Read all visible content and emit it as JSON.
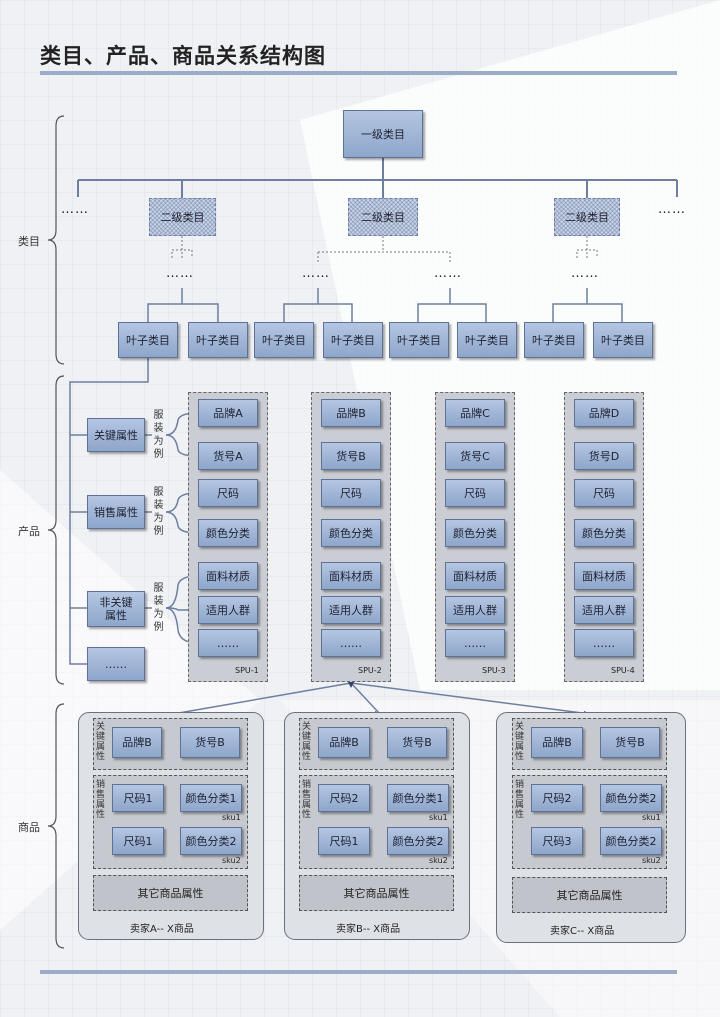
{
  "title": "类目、产品、商品关系结构图",
  "sections": {
    "category": "类目",
    "product": "产品",
    "goods": "商品"
  },
  "category": {
    "level1": "一级类目",
    "level2": [
      "二级类目",
      "二级类目",
      "二级类目"
    ],
    "leaf": [
      "叶子类目",
      "叶子类目",
      "叶子类目",
      "叶子类目",
      "叶子类目",
      "叶子类目",
      "叶子类目",
      "叶子类目"
    ],
    "ellipsis": "……"
  },
  "product": {
    "attrs": {
      "key": "关键属性",
      "sales": "销售属性",
      "nonkey": "非关键属性",
      "more": "……"
    },
    "example": "服装为例",
    "spus": [
      {
        "label": "SPU-1",
        "items": [
          "品牌A",
          "货号A",
          "尺码",
          "颜色分类",
          "面料材质",
          "适用人群",
          "……"
        ]
      },
      {
        "label": "SPU-2",
        "items": [
          "品牌B",
          "货号B",
          "尺码",
          "颜色分类",
          "面料材质",
          "适用人群",
          "……"
        ]
      },
      {
        "label": "SPU-3",
        "items": [
          "品牌C",
          "货号C",
          "尺码",
          "颜色分类",
          "面料材质",
          "适用人群",
          "……"
        ]
      },
      {
        "label": "SPU-4",
        "items": [
          "品牌D",
          "货号D",
          "尺码",
          "颜色分类",
          "面料材质",
          "适用人群",
          "……"
        ]
      }
    ]
  },
  "goods": {
    "key_label": "关键属性",
    "sales_label": "销售属性",
    "sellers": [
      {
        "name": "卖家A-- X商品",
        "brand": "品牌B",
        "code": "货号B",
        "skus": [
          {
            "size": "尺码1",
            "color": "颜色分类1",
            "label": "sku1"
          },
          {
            "size": "尺码1",
            "color": "颜色分类2",
            "label": "sku2"
          }
        ],
        "other": "其它商品属性"
      },
      {
        "name": "卖家B-- X商品",
        "brand": "品牌B",
        "code": "货号B",
        "skus": [
          {
            "size": "尺码2",
            "color": "颜色分类1",
            "label": "sku1"
          },
          {
            "size": "尺码1",
            "color": "颜色分类2",
            "label": "sku2"
          }
        ],
        "other": "其它商品属性"
      },
      {
        "name": "卖家C-- X商品",
        "brand": "品牌B",
        "code": "货号B",
        "skus": [
          {
            "size": "尺码2",
            "color": "颜色分类2",
            "label": "sku1"
          },
          {
            "size": "尺码3",
            "color": "颜色分类2",
            "label": "sku2"
          }
        ],
        "other": "其它商品属性"
      }
    ]
  },
  "colors": {
    "box": "#9fb4d6",
    "border": "#5e7196",
    "accent_line": "#9cabc8"
  }
}
